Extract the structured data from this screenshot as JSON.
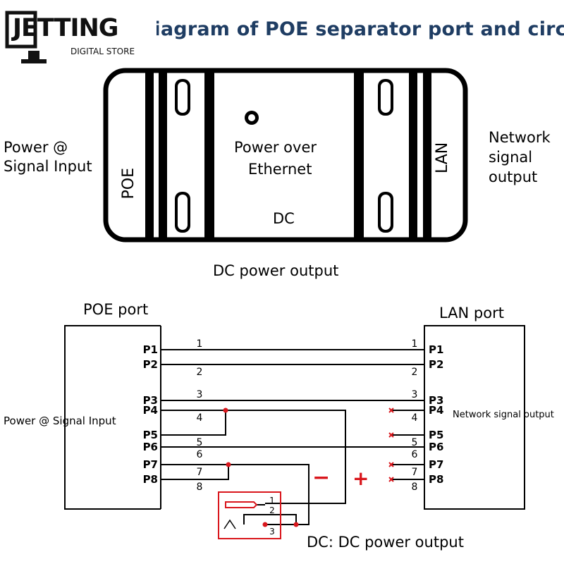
{
  "logo": {
    "name": "JETTING",
    "subtitle": "DIGITAL STORE"
  },
  "title": "Schematic diagram of POE separator port and circuit",
  "device": {
    "port_left": "POE",
    "center_text": "Power over Ethernet",
    "center_line1": "Power  over",
    "center_line2": "Ethernet",
    "bottom_label": "DC",
    "port_right": "LAN"
  },
  "labels": {
    "input_top_line1": "Power @",
    "input_top_line2": "Signal Input",
    "output_top_line1": "Network",
    "output_top_line2": "signal",
    "output_top_line3": "output",
    "dc_output": "DC power output",
    "poe_port": "POE port",
    "lan_port": "LAN port",
    "input_bottom": "Power @ Signal Input",
    "output_bottom": "Network signal output",
    "dc_bottom": "DC: DC power output",
    "minus": "−",
    "plus": "+"
  },
  "pins": {
    "left": [
      "P1",
      "P2",
      "P3",
      "P4",
      "P5",
      "P6",
      "P7",
      "P8"
    ],
    "right": [
      "P1",
      "P2",
      "P3",
      "P4",
      "P5",
      "P6",
      "P7",
      "P8"
    ],
    "wire_numbers": [
      "1",
      "2",
      "3",
      "4",
      "5",
      "6",
      "7",
      "8"
    ]
  },
  "connector_pins": [
    "1",
    "2",
    "3"
  ],
  "colors": {
    "title": "#1f3d63",
    "junction": "#d9161c",
    "connector_box": "#d9161c",
    "wire": "#000000"
  }
}
